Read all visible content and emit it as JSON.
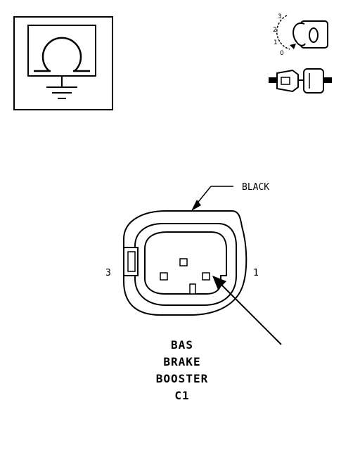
{
  "meter_symbol": {
    "icon": "ohmmeter-ground-icon"
  },
  "ignition": {
    "icon": "ignition-key-icon",
    "positions": [
      "3",
      "2",
      "1",
      "0"
    ]
  },
  "connector_icon": {
    "icon": "connector-icon"
  },
  "connector": {
    "color_label": "BLACK",
    "pin_left": "3",
    "pin_right": "1"
  },
  "caption": {
    "line1": "BAS",
    "line2": "BRAKE",
    "line3": "BOOSTER",
    "line4": "C1"
  }
}
